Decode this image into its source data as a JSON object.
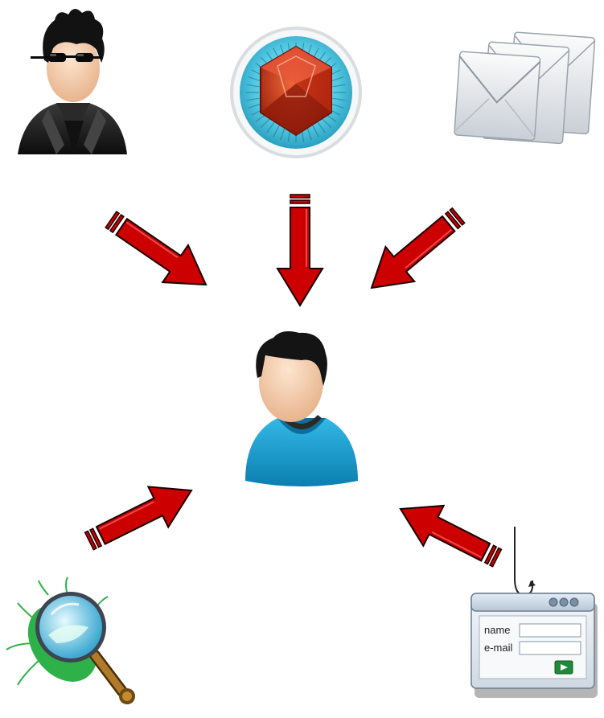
{
  "nodes": [
    {
      "id": "hacker",
      "icon": "hacker-with-sunglasses-icon"
    },
    {
      "id": "malware",
      "icon": "red-gem-virus-badge-icon"
    },
    {
      "id": "spam",
      "icon": "stacked-envelopes-icon"
    },
    {
      "id": "victim",
      "icon": "user-avatar-icon"
    },
    {
      "id": "spyware",
      "icon": "bug-magnifying-glass-icon"
    },
    {
      "id": "phishing",
      "icon": "phishing-hook-form-icon"
    }
  ],
  "edges": [
    {
      "from": "hacker",
      "to": "victim"
    },
    {
      "from": "malware",
      "to": "victim"
    },
    {
      "from": "spam",
      "to": "victim"
    },
    {
      "from": "spyware",
      "to": "victim"
    },
    {
      "from": "phishing",
      "to": "victim"
    }
  ],
  "phishing_form": {
    "name_label": "name",
    "email_label": "e-mail"
  },
  "colors": {
    "arrow": "#cc0000",
    "arrow_outline": "#1a0000",
    "victim_shirt": "#1aa3d4",
    "hacker_jacket": "#1c1c1c",
    "gem": "#c8321a",
    "badge_ring": "#4fc6e0",
    "bug": "#2fb14a"
  }
}
